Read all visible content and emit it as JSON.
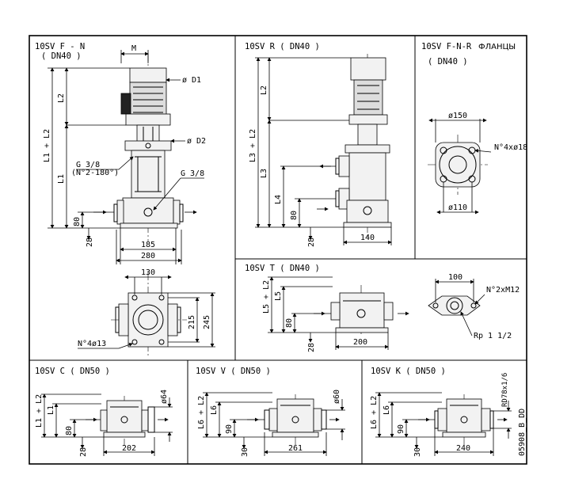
{
  "panels": {
    "fn": {
      "title": "10SV F - N",
      "subtitle": "( DN40 )"
    },
    "r": {
      "title": "10SV R ( DN40 )"
    },
    "fnr": {
      "title": "10SV F-N-R",
      "title_cyr": "ФЛАНЦЫ",
      "subtitle": "( DN40 )"
    },
    "t": {
      "title": "10SV T ( DN40 )"
    },
    "c": {
      "title": "10SV C ( DN50 )"
    },
    "v": {
      "title": "10SV V ( DN50 )"
    },
    "k": {
      "title": "10SV K ( DN50 )"
    }
  },
  "labels": {
    "fn": {
      "M": "M",
      "D1": "ø D1",
      "D2": "ø D2",
      "L2": "L2",
      "L1L2": "L1 + L2",
      "L1": "L1",
      "G38a": "G 3/8",
      "G38a_note": "(N°2-180°)",
      "G38b": "G 3/8",
      "h80": "80",
      "h28": "28",
      "w185": "185",
      "w280": "280",
      "w130": "130",
      "h215": "215",
      "h245": "245",
      "holes": "N°4ø13"
    },
    "r": {
      "L2": "L2",
      "L3L2": "L3 + L2",
      "L3": "L3",
      "L4": "L4",
      "h80": "80",
      "h28": "28",
      "w140": "140"
    },
    "fnr": {
      "d150": "ø150",
      "holes": "N°4xø18",
      "d110": "ø110"
    },
    "t": {
      "L5L2": "L5 + L2",
      "L5": "L5",
      "h80": "80",
      "h28": "28",
      "w200": "200",
      "w100": "100",
      "holes": "N°2xM12",
      "rp": "Rp 1 1/2"
    },
    "c": {
      "L1L2": "L1 + L2",
      "L1": "L1",
      "h80": "80",
      "h28": "28",
      "w202": "202",
      "d64": "ø64"
    },
    "v": {
      "L6L2": "L6 + L2",
      "L6": "L6",
      "h90": "90",
      "h30": "30",
      "w261": "261",
      "d60": "ø60"
    },
    "k": {
      "L6L2": "L6 + L2",
      "L6": "L6",
      "h90": "90",
      "h30": "30",
      "w240": "240",
      "rd": "RD78x1/6"
    }
  },
  "drawing_code": "05908_B_DD"
}
